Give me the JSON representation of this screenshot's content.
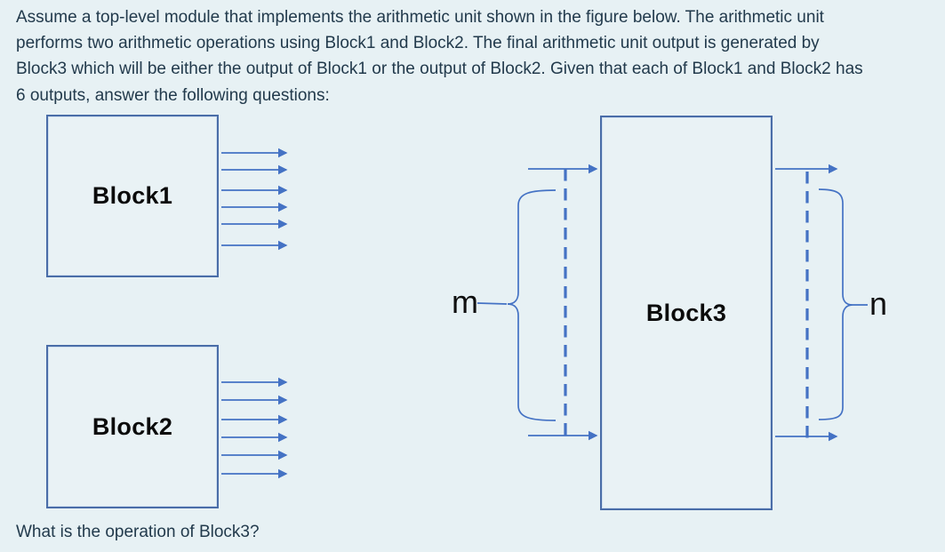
{
  "intro": {
    "lines": [
      "Assume a top-level module that implements the arithmetic unit shown in the figure below. The arithmetic unit",
      "performs two arithmetic operations using Block1 and Block2. The final arithmetic unit output is generated by",
      "Block3 which will be either the output of Block1 or the output of Block2. Given that each of Block1 and Block2 has",
      "6 outputs, answer the following questions:"
    ]
  },
  "diagram": {
    "block1": {
      "label": "Block1",
      "output_count": 6
    },
    "block2": {
      "label": "Block2",
      "output_count": 6
    },
    "block3": {
      "label": "Block3",
      "input_bus_label": "m",
      "output_bus_label": "n"
    },
    "colors": {
      "wire_blue": "#4472c4",
      "border_blue": "#4a6da8",
      "background": "#e7f1f4",
      "text_navy": "#223a4c",
      "label_black": "#0b0b0b"
    }
  },
  "question": "What is the operation of Block3?"
}
